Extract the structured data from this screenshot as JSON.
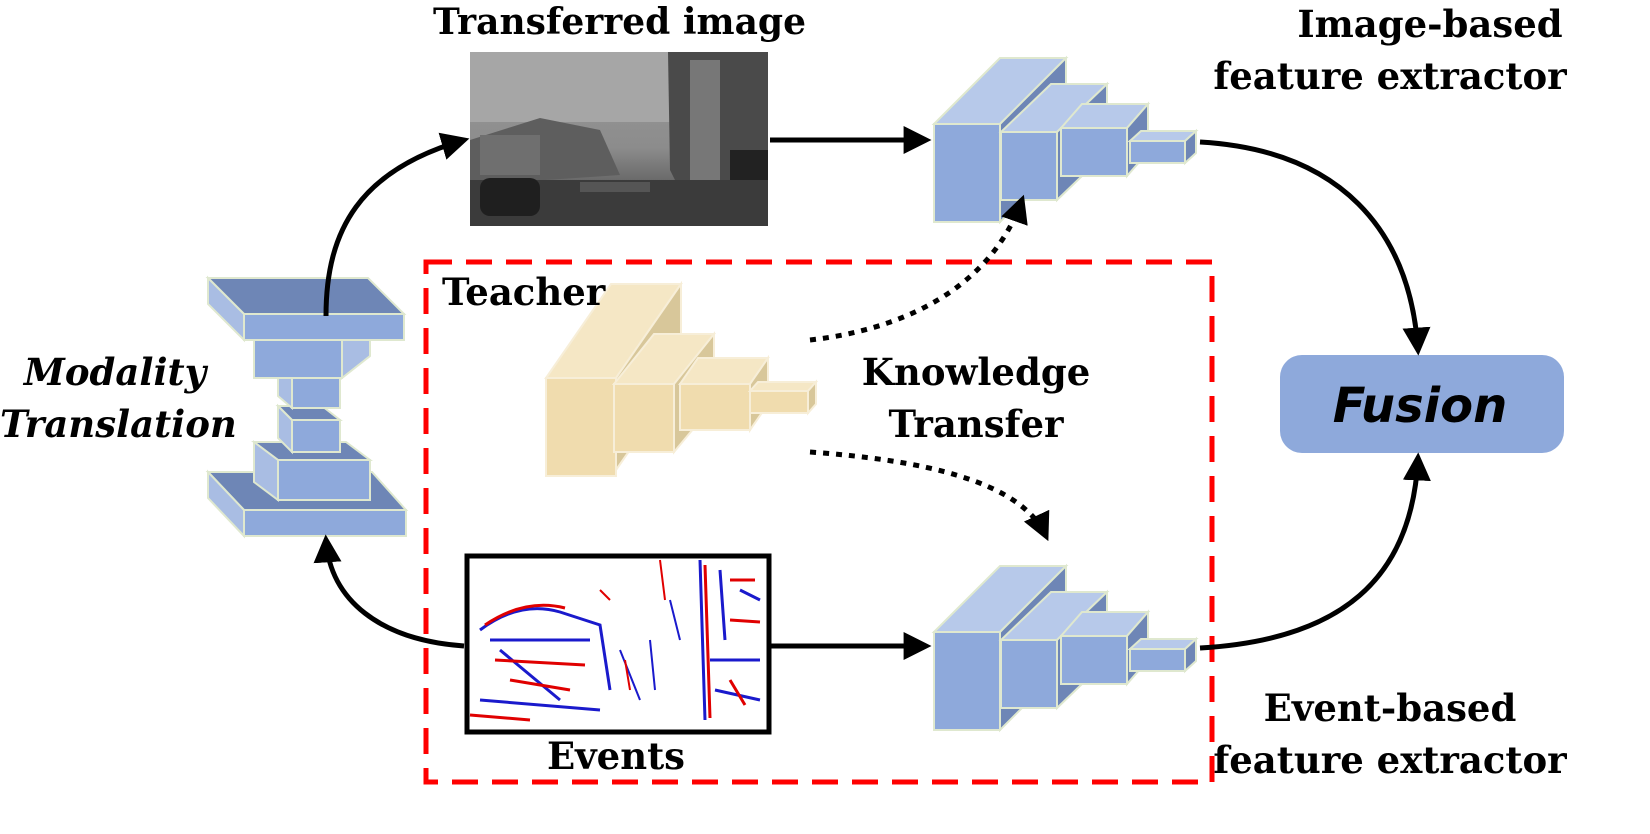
{
  "labels": {
    "transferred_image": "Transferred image",
    "image_extractor_line1": "Image-based",
    "image_extractor_line2": "feature extractor",
    "modality_line1": "Modality",
    "modality_line2": "Translation",
    "teacher": "Teacher",
    "knowledge_line1": "Knowledge",
    "knowledge_line2": "Transfer",
    "fusion": "Fusion",
    "events": "Events",
    "event_extractor_line1": "Event-based",
    "event_extractor_line2": "feature extractor"
  },
  "colors": {
    "network_blue": "#8ea9db",
    "teacher_beige": "#f0dcae",
    "fusion_box": "#8ea9db",
    "dashed_box": "#ff0000",
    "event_positive": "#e00000",
    "event_negative": "#1a1acc"
  }
}
